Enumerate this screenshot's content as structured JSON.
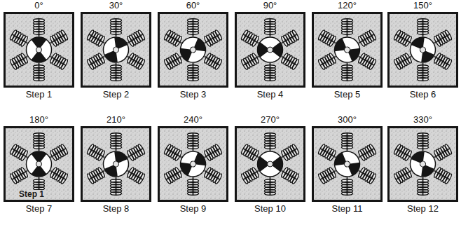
{
  "diagram": {
    "nodes": [
      {
        "text": [
          "0°",
          "Step 1"
        ]
      },
      {
        "text": [
          "30°",
          "Step 2"
        ]
      },
      {
        "text": [
          "60°",
          "Step 3"
        ]
      },
      {
        "text": [
          "90°",
          "Step 4"
        ]
      },
      {
        "text": [
          "120°",
          "Step 5"
        ]
      },
      {
        "text": [
          "150°",
          "Step 6"
        ]
      },
      {
        "text": [
          "180°",
          "Step 7"
        ]
      },
      {
        "text": [
          "210°",
          "Step 8"
        ]
      },
      {
        "text": [
          "240°",
          "Step 9"
        ]
      },
      {
        "text": [
          "270°",
          "Step 10"
        ]
      },
      {
        "text": [
          "300°",
          "Step 11"
        ]
      },
      {
        "text": [
          "330°",
          "Step 12"
        ]
      }
    ],
    "labels": [
      "Step 1"
    ]
  }
}
